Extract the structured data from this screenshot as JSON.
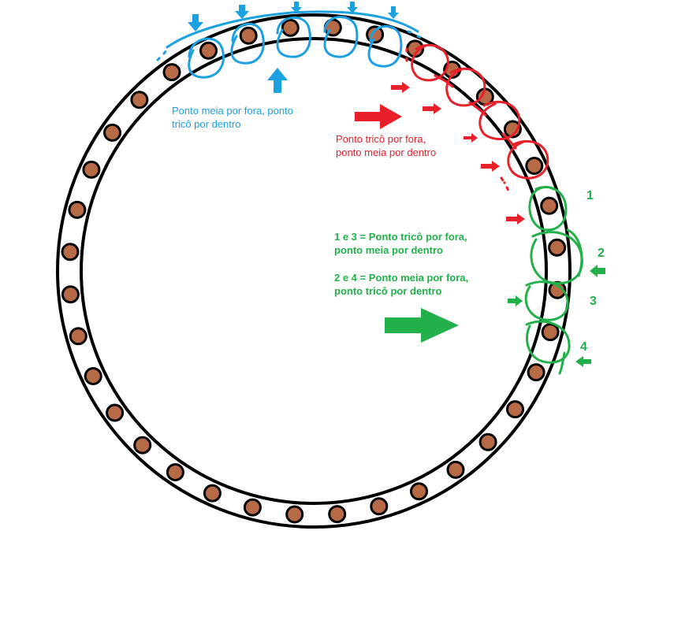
{
  "colors": {
    "blue": "#1ba0e0",
    "red": "#e8202a",
    "green": "#22b04a",
    "peg_fill": "#b66b46",
    "ring": "#000000"
  },
  "labels": {
    "blue_line1": "Ponto meia por fora, ponto",
    "blue_line2": "tricô por dentro",
    "red_line1": "Ponto tricô por fora,",
    "red_line2": "ponto meia por dentro",
    "green_a_line1": "1 e 3 = Ponto tricô por fora,",
    "green_a_line2": "ponto meia por dentro",
    "green_b_line1": "2 e 4 = Ponto meia por fora,",
    "green_b_line2": "ponto tricô por dentro"
  },
  "numbers": {
    "n1": "1",
    "n2": "2",
    "n3": "3",
    "n4": "4"
  }
}
